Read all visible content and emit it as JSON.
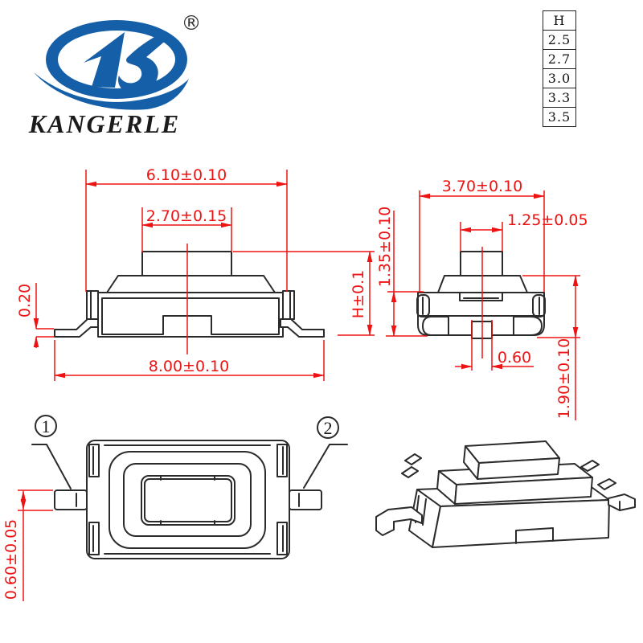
{
  "brand": {
    "name": "KANGERLE",
    "registered": "®"
  },
  "height_table": {
    "header": "H",
    "values": [
      "2.5",
      "2.7",
      "3.0",
      "3.3",
      "3.5"
    ]
  },
  "views": {
    "front": {
      "dims": {
        "body_width": "6.10±0.10",
        "button_width": "2.70±0.15",
        "total_width": "8.00±0.10",
        "lead_thickness": "0.20",
        "height": "H±0.1"
      }
    },
    "side": {
      "dims": {
        "body_depth": "3.70±0.10",
        "button_depth": "1.25±0.05",
        "base_height": "1.35±0.10",
        "total_height": "1.90±0.10",
        "boss_width": "0.60"
      }
    },
    "top": {
      "pins": [
        "1",
        "2"
      ],
      "dims": {
        "lead_width": "0.60±0.05"
      }
    }
  },
  "colors": {
    "dimension_red": "#ed1313",
    "line_dark": "#2b2b2b",
    "brand_blue": "#155fa8"
  }
}
